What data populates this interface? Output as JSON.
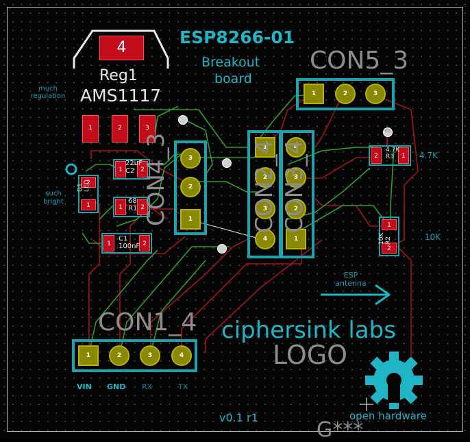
{
  "title": "ESP8266-01",
  "subtitle_line1": "Breakout",
  "subtitle_line2": "board",
  "brand": "ciphersink labs",
  "logo_text": "LOGO",
  "version": "v0.1  r1",
  "open_hardware": "open hardware",
  "gstar": "G***",
  "antenna_line1": "ESP",
  "antenna_line2": "antenna",
  "reg": {
    "pad_label": "4",
    "ref": "Reg1",
    "value": "AMS1117",
    "pin1": "1",
    "pin2": "2",
    "pin3": "3"
  },
  "notes": {
    "much": "much",
    "regulation": "regulation",
    "such": "such",
    "bright": "bright",
    "r3_value_note": "4.7K",
    "r2_value_note": "10K"
  },
  "c2": {
    "text": "22uF\nC2",
    "pin1": "1",
    "pin2": "2"
  },
  "r1": {
    "text": "68\nR1",
    "pin1": "1",
    "pin2": "2"
  },
  "c1": {
    "text": "C1\n100nF",
    "pin1": "1",
    "pin2": "2"
  },
  "d1": {
    "text": "D1\nLED",
    "pin1": "1",
    "pin2": "2"
  },
  "r3": {
    "text": "4.7K\nR3",
    "pin1": "1",
    "pin2": "2"
  },
  "r2": {
    "text": "10K\nR2",
    "pin1": "1",
    "pin2": "2"
  },
  "connectors": {
    "con5": {
      "ref": "CON5_3",
      "pins": [
        "1",
        "2",
        "3"
      ]
    },
    "con4": {
      "ref": "CON4_3",
      "pins": [
        "3",
        "2",
        "1"
      ]
    },
    "con2": {
      "ref": "CON2_4",
      "pins": [
        "1",
        "2",
        "3",
        "4"
      ]
    },
    "con3": {
      "ref": "CON3_4",
      "pins": [
        "4",
        "3",
        "2",
        "1"
      ]
    },
    "con1": {
      "ref": "CON1_4",
      "pins": [
        "1",
        "2",
        "3",
        "4"
      ],
      "labels": [
        "VIN",
        "GND",
        "RX",
        "TX"
      ]
    }
  },
  "fab_labels": {
    "rx": "RX",
    "pad": "Rx"
  },
  "colors": {
    "silkscreen": "#1fb5c4",
    "copper_front": "#c40d1a",
    "copper_back": "#2b9f2b",
    "pad": "#8a8700",
    "ref_gray": "#8d8d8d"
  }
}
